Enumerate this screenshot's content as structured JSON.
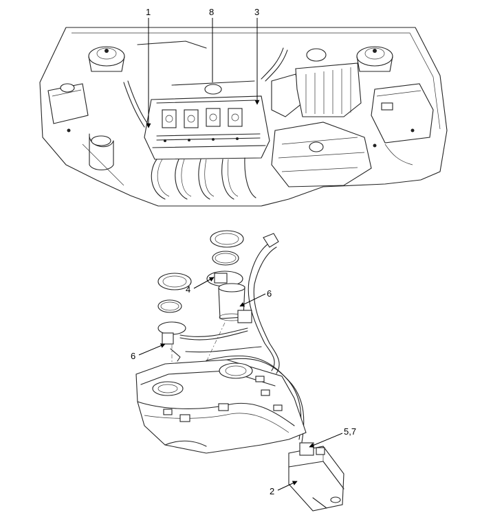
{
  "callouts": {
    "c1": "1",
    "c8": "8",
    "c3": "3",
    "c4": "4",
    "c6a": "6",
    "c6b": "6",
    "c57": "5,7",
    "c2": "2"
  }
}
